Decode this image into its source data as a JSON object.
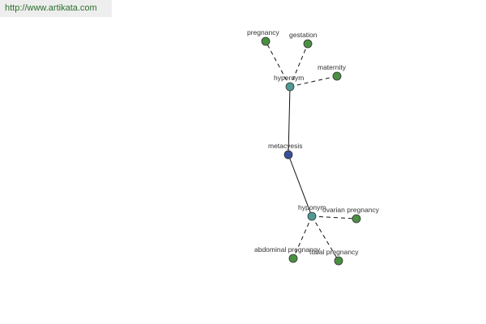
{
  "watermark": {
    "text": "http://www.artikata.com"
  },
  "colors": {
    "center": "#3a4f9c",
    "relation": "#4f9a95",
    "leaf": "#4a8f42"
  },
  "graph": {
    "nodes": [
      {
        "id": "metacyesis",
        "label": "metacyesis",
        "kind": "center"
      },
      {
        "id": "hypernym",
        "label": "hypernym",
        "kind": "relation"
      },
      {
        "id": "hyponym",
        "label": "hyponym",
        "kind": "relation"
      },
      {
        "id": "pregnancy",
        "label": "pregnancy",
        "kind": "leaf"
      },
      {
        "id": "gestation",
        "label": "gestation",
        "kind": "leaf"
      },
      {
        "id": "maternity",
        "label": "maternity",
        "kind": "leaf"
      },
      {
        "id": "ovarian_pregnancy",
        "label": "ovarian pregnancy",
        "kind": "leaf"
      },
      {
        "id": "abdominal_pregnancy",
        "label": "abdominal pregnancy",
        "kind": "leaf"
      },
      {
        "id": "tubal_pregnancy",
        "label": "tubal pregnancy",
        "kind": "leaf"
      }
    ],
    "edges": [
      {
        "from": "metacyesis",
        "to": "hypernym",
        "style": "solid"
      },
      {
        "from": "metacyesis",
        "to": "hyponym",
        "style": "solid"
      },
      {
        "from": "hypernym",
        "to": "pregnancy",
        "style": "dashed"
      },
      {
        "from": "hypernym",
        "to": "gestation",
        "style": "dashed"
      },
      {
        "from": "hypernym",
        "to": "maternity",
        "style": "dashed"
      },
      {
        "from": "hyponym",
        "to": "ovarian_pregnancy",
        "style": "dashed"
      },
      {
        "from": "hyponym",
        "to": "abdominal_pregnancy",
        "style": "dashed"
      },
      {
        "from": "hyponym",
        "to": "tubal_pregnancy",
        "style": "dashed"
      }
    ]
  }
}
